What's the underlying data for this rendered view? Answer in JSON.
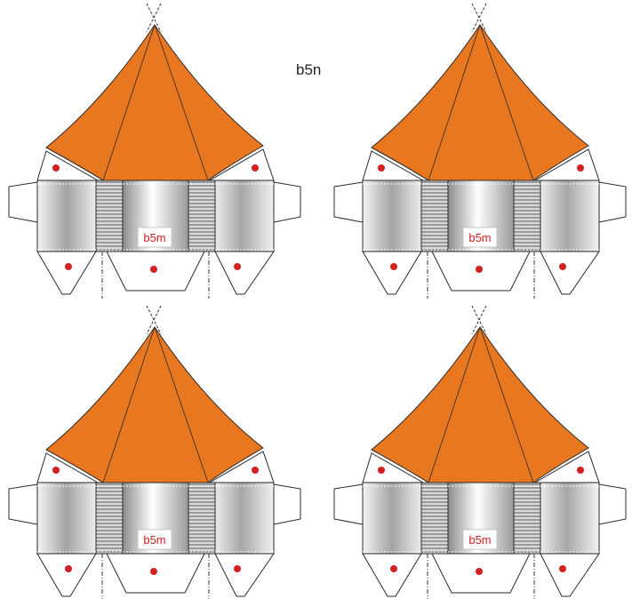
{
  "sheet": {
    "title": "b5n"
  },
  "pieces": [
    {
      "label": "b5m"
    },
    {
      "label": "b5m"
    },
    {
      "label": "b5m"
    },
    {
      "label": "b5m"
    }
  ],
  "colors": {
    "roof": "#e8771f",
    "outline": "#2a2a2a",
    "marker": "#d42020",
    "label_text": "#d42020",
    "glue_tab_stripes": "#9a9a9a"
  }
}
